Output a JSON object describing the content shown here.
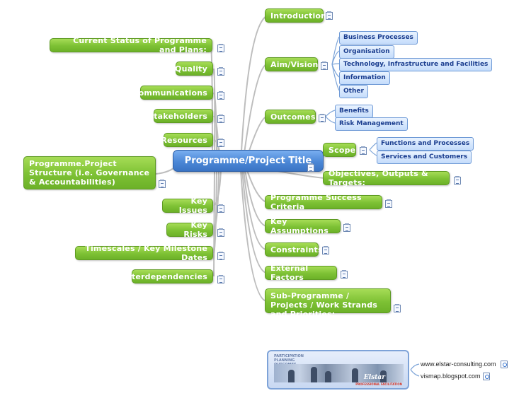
{
  "central": {
    "title": "Programme/Project Title"
  },
  "left_topics": [
    {
      "label": "Current Status of Programme and Plans:"
    },
    {
      "label": "Quality"
    },
    {
      "label": "Communications"
    },
    {
      "label": "Stakeholders"
    },
    {
      "label": "Resources"
    },
    {
      "label": "Programme.Project Structure (i.e. Governance & Accountabilities)"
    },
    {
      "label": "Key Issues"
    },
    {
      "label": "Key Risks"
    },
    {
      "label": "Timescales / Key Milestone Dates"
    },
    {
      "label": "Interdependencies"
    }
  ],
  "right_topics": [
    {
      "label": "Introduction"
    },
    {
      "label": "Aim/Vision",
      "children": [
        "Business Processes",
        "Organisation",
        "Technology, Infrastructure and Facilities",
        "Information",
        "Other"
      ]
    },
    {
      "label": "Outcomes",
      "children": [
        "Benefits",
        "Risk Management"
      ]
    },
    {
      "label": "Scope",
      "children": [
        "Functions and Processes",
        "Services and Customers"
      ]
    },
    {
      "label": "Objectives, Outputs & Targets:"
    },
    {
      "label": "Programme Success Criteria"
    },
    {
      "label": "Key Assumptions"
    },
    {
      "label": "Constraints"
    },
    {
      "label": "External Factors"
    },
    {
      "label": "Sub-Programme / Projects / Work Strands and Priorities:"
    }
  ],
  "footer": {
    "logo_tagline": [
      "PARTICIPATION",
      "PLANNING",
      "OUTCOMES"
    ],
    "logo_brand": "Elstar",
    "logo_subtitle": "PROFESSIONAL FACILITATION",
    "links": [
      "www.elstar-consulting.com",
      "vismap.blogspot.com"
    ]
  },
  "colors": {
    "topic_green": "#7dc134",
    "central_blue": "#4b87d6",
    "subtopic_blue": "#c4dcfb",
    "connector_gray": "#bbbbbb"
  },
  "icons": [
    "note-icon",
    "link-icon"
  ]
}
